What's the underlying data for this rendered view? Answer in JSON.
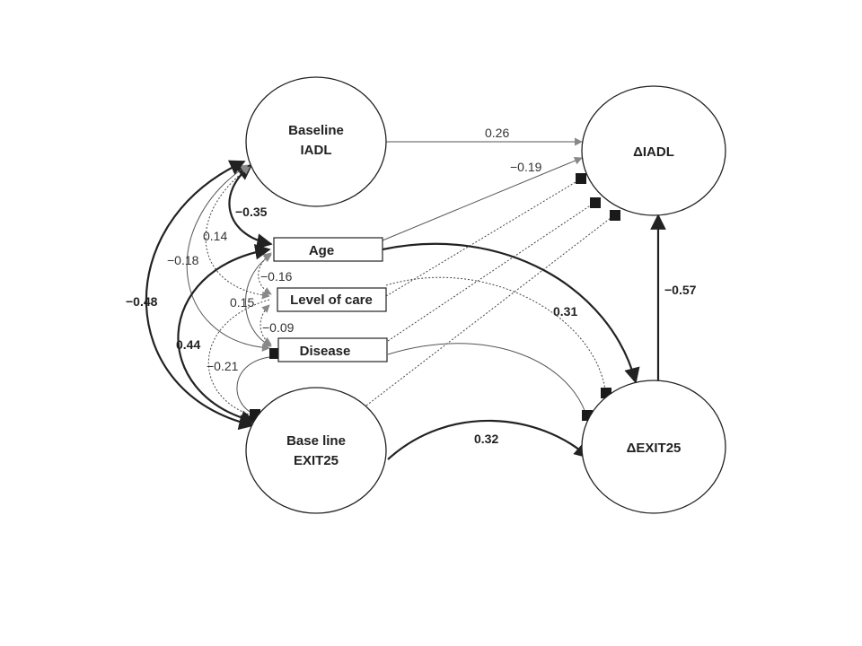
{
  "nodes": {
    "baseline_iadl": {
      "line1": "Baseline",
      "line2": "IADL"
    },
    "delta_iadl": {
      "line1": "ΔIADL"
    },
    "baseline_exit25": {
      "line1": "Base line",
      "line2": "EXIT25"
    },
    "delta_exit25": {
      "line1": "ΔEXIT25"
    },
    "age": {
      "label": "Age"
    },
    "level_of_care": {
      "label": "Level of care"
    },
    "disease": {
      "label": "Disease"
    }
  },
  "edges": {
    "iadl_to_diadl": "0.26",
    "age_to_diadl": "−0.19",
    "iadl_age": "−0.35",
    "iadl_loc": "0.14",
    "iadl_disease": "−0.18",
    "iadl_exit": "−0.48",
    "age_loc": "−0.16",
    "age_disease": "0.15",
    "loc_disease": "−0.09",
    "age_exit": "0.44",
    "disease_exit": "−0.21",
    "age_to_dexit": "0.31",
    "dexit_to_diadl": "−0.57",
    "exit_to_dexit": "0.32"
  },
  "colors": {
    "line": "#222222",
    "thin_line": "#555555",
    "marker": "#1a1a1a",
    "background": "#ffffff"
  }
}
